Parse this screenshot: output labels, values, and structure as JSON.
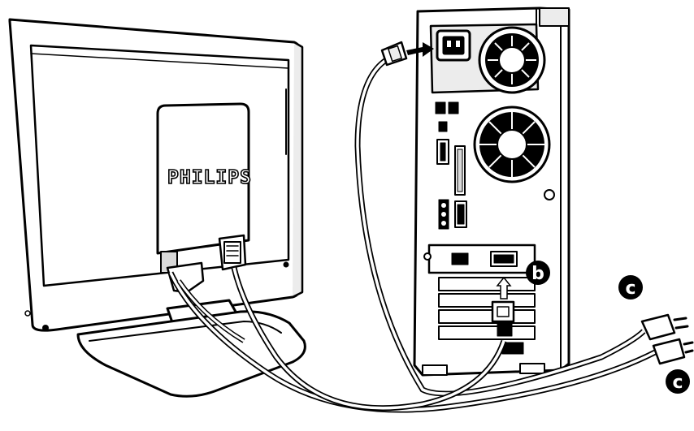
{
  "brand": {
    "logo_text": "PHILIPS"
  },
  "callouts": {
    "b": {
      "label": "b"
    },
    "c_top": {
      "label": "c"
    },
    "c_bottom": {
      "label": "c"
    }
  },
  "colors": {
    "line": "#000000",
    "fill": "#ffffff",
    "shade": "#d9d9d9",
    "panel": "#ececec"
  }
}
